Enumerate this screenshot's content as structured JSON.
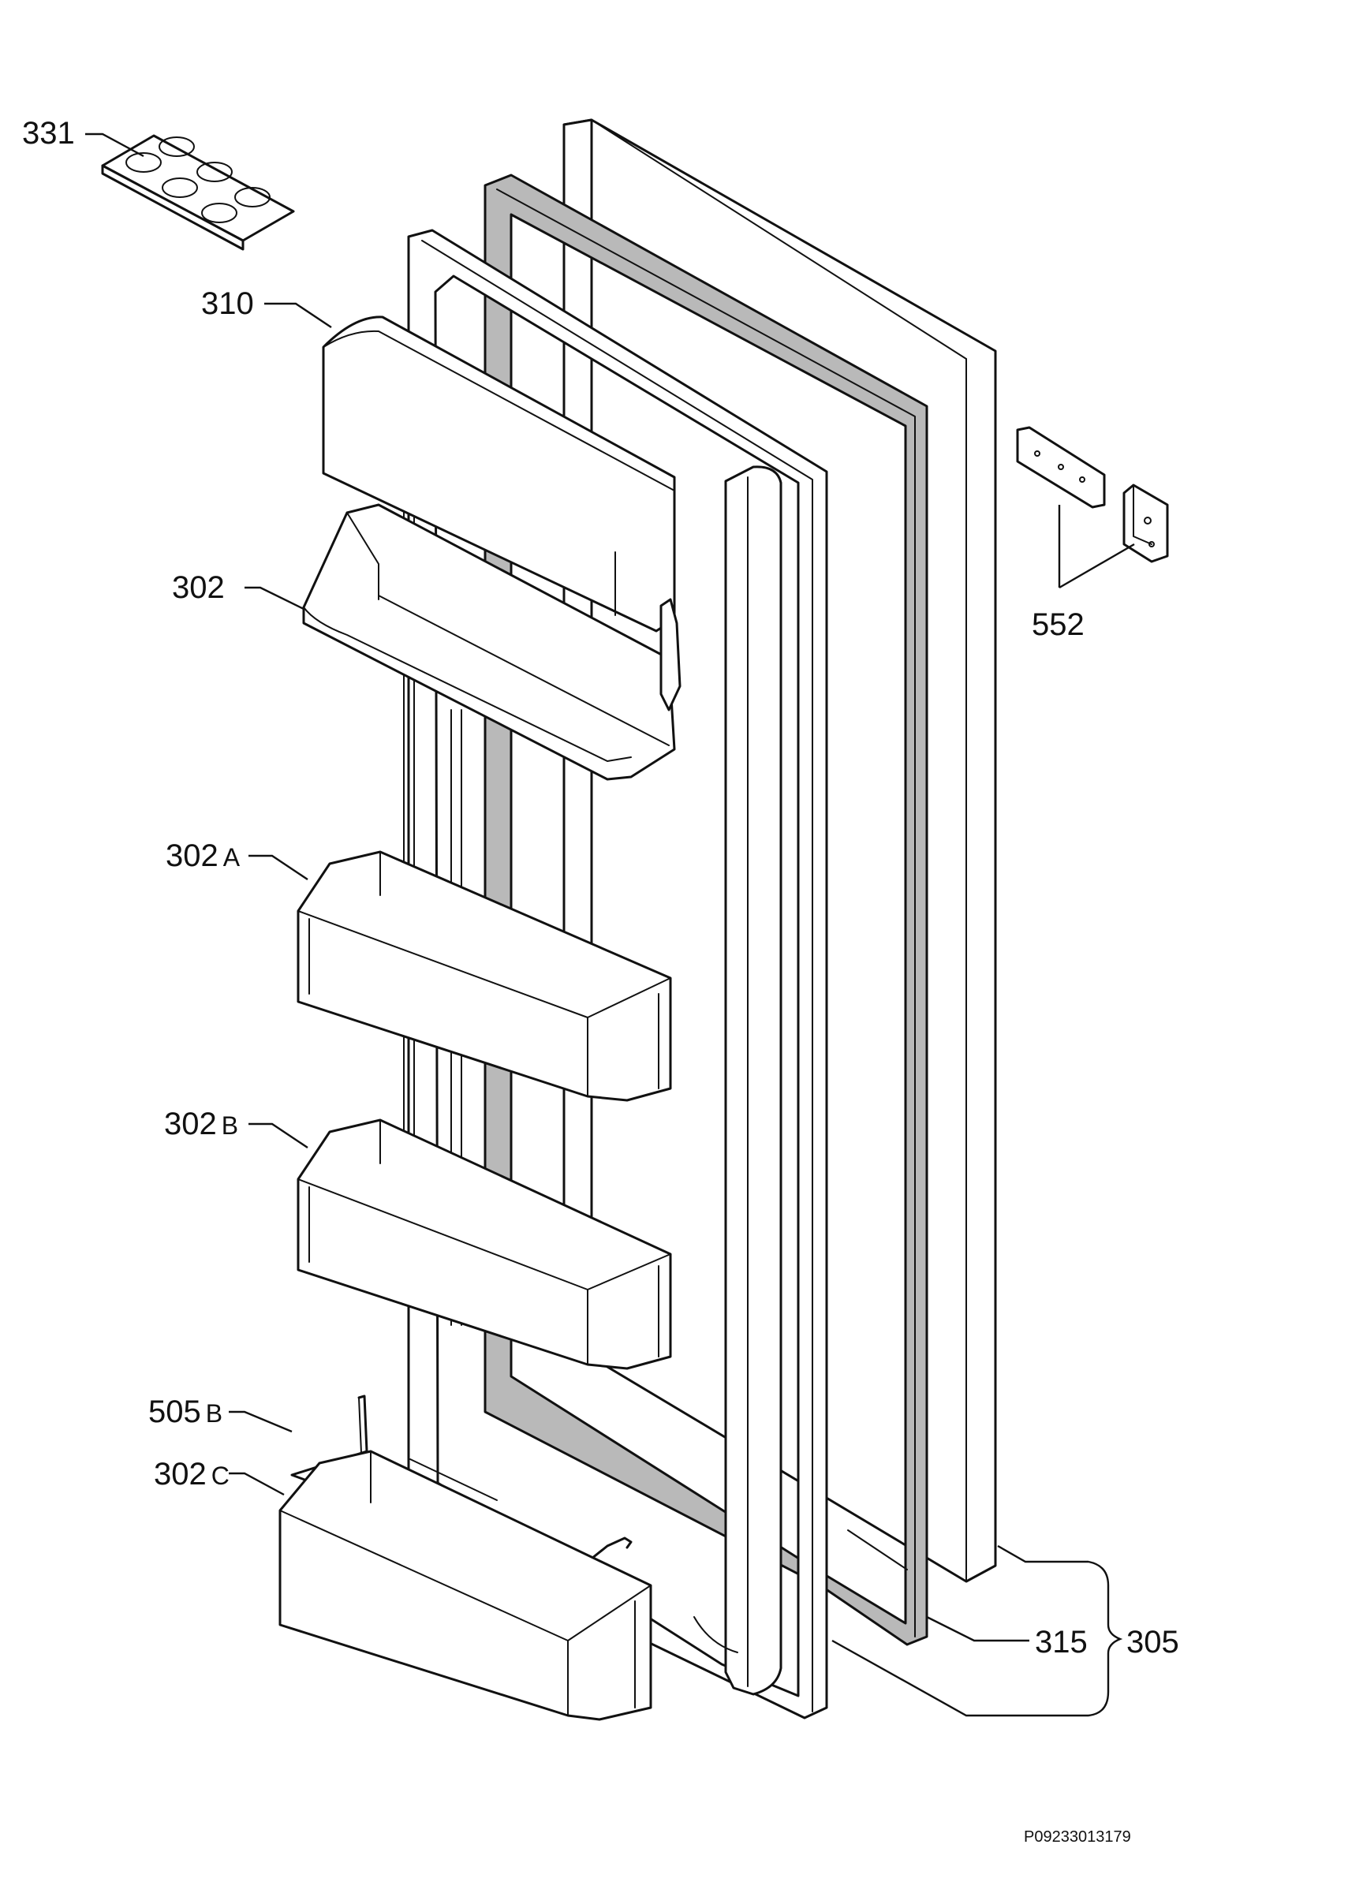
{
  "diagram": {
    "reference_code": "P09233013179",
    "labels": {
      "p331": "331",
      "p310": "310",
      "p302": "302",
      "p302a_num": "302",
      "p302a_suffix": "A",
      "p302b_num": "302",
      "p302b_suffix": "B",
      "p505b_num": "505",
      "p505b_suffix": "B",
      "p302c_num": "302",
      "p302c_suffix": "C",
      "p552": "552",
      "p315": "315",
      "p305": "305"
    }
  }
}
